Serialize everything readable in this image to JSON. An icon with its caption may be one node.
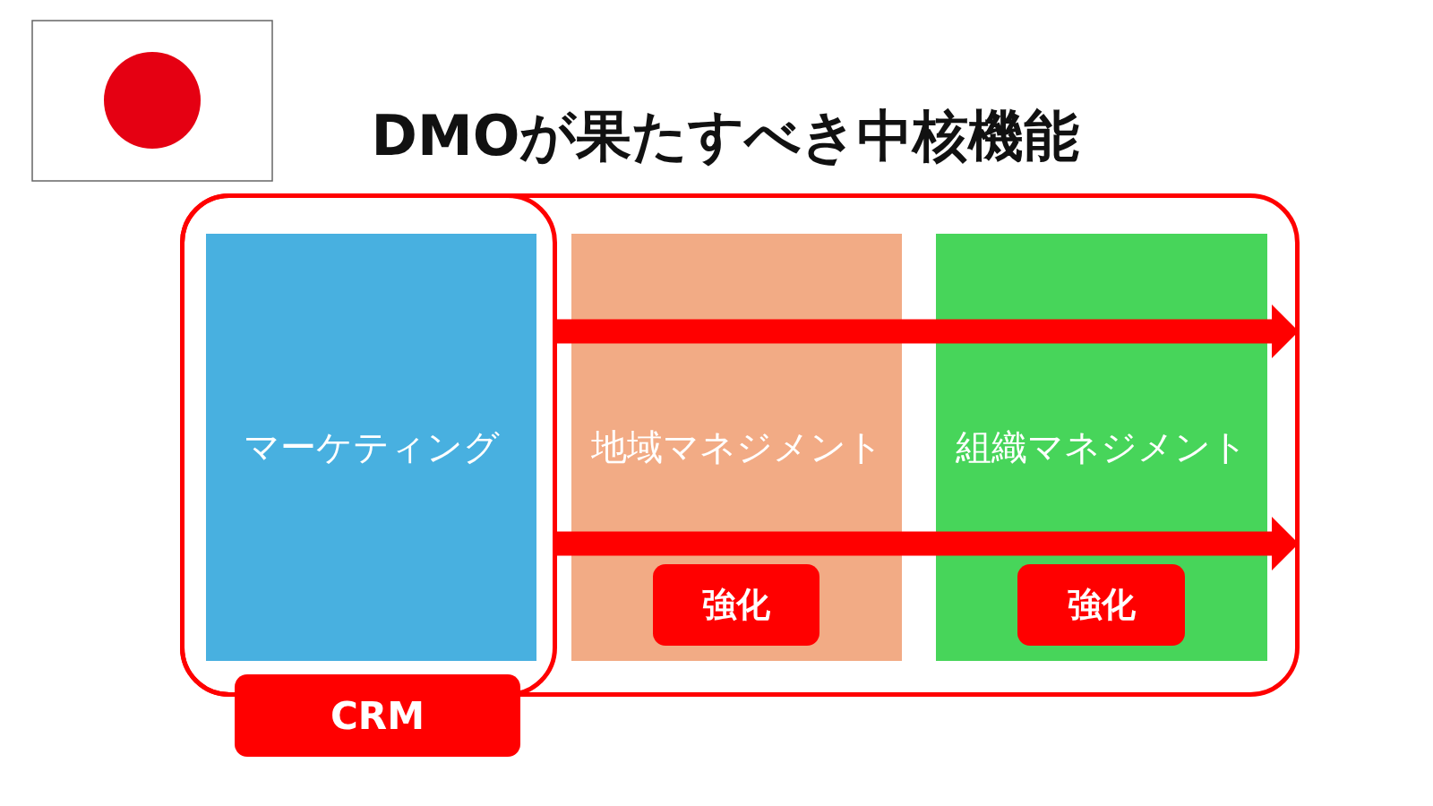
{
  "diagram": {
    "title": "DMOが果たすべき中核機能",
    "nodes": [
      {
        "text": [],
        "shape": "box"
      },
      {
        "text": [],
        "shape": "box",
        "in": 0
      },
      {
        "text": [
          "マーケティング"
        ],
        "in": 1
      },
      {
        "text": [
          "地域マネジメント"
        ],
        "in": 0
      },
      {
        "text": [
          "強化"
        ],
        "in": 3
      },
      {
        "text": [
          "組織マネジメント"
        ],
        "in": 0
      },
      {
        "text": [
          "強化"
        ],
        "in": 5
      },
      {
        "text": [
          "CRM"
        ]
      }
    ],
    "edges": [
      {
        "from": 1,
        "to": 0,
        "arrow": "to"
      },
      {
        "from": 1,
        "to": 0,
        "arrow": "to"
      }
    ]
  }
}
